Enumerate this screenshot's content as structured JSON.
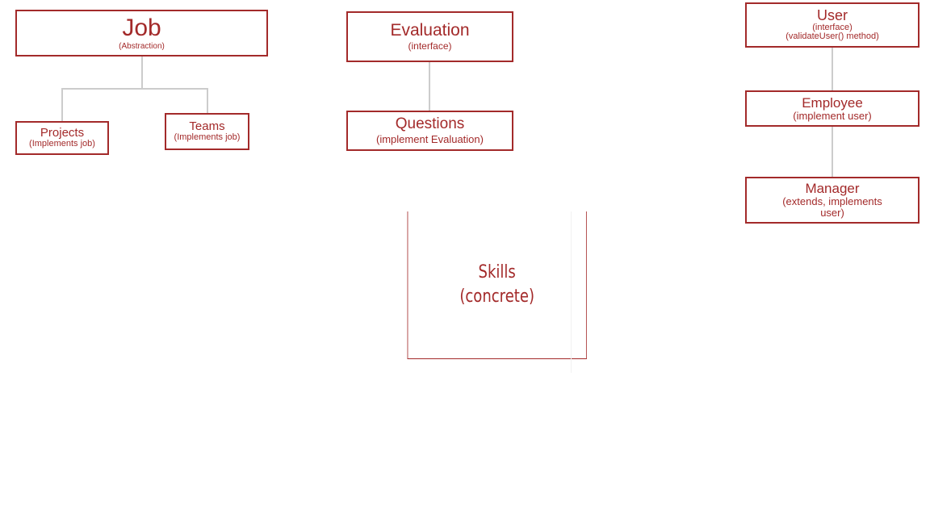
{
  "job": {
    "title": "Job",
    "subtitle": "(Abstraction)"
  },
  "projects": {
    "title": "Projects",
    "subtitle": "(Implements job)"
  },
  "teams": {
    "title": "Teams",
    "subtitle": "(Implements job)"
  },
  "evaluation": {
    "title": "Evaluation",
    "subtitle": "(interface)"
  },
  "questions": {
    "title": "Questions",
    "subtitle": "(implement Evaluation)"
  },
  "skills": {
    "title": "Skills",
    "subtitle": "(concrete)"
  },
  "user": {
    "title": "User",
    "subtitle": "(interface)",
    "subtitle2": "(validateUser() method)"
  },
  "employee": {
    "title": "Employee",
    "subtitle": "(implement user)"
  },
  "manager": {
    "title": "Manager",
    "subtitle": "(extends, implements",
    "subtitle2": "user)"
  },
  "colors": {
    "accent": "#a32a2a",
    "connector": "#cccccc"
  }
}
